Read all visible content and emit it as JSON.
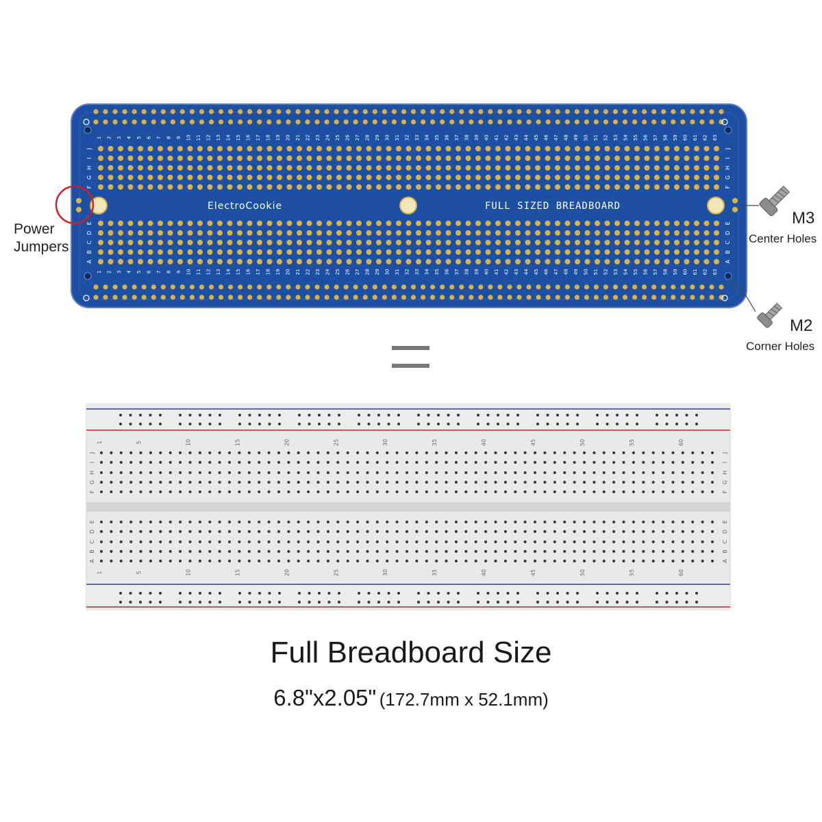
{
  "pcb": {
    "brand": "ElectroCookie",
    "board_label": "FULL SIZED BREADBOARD",
    "columns": 63,
    "row_letters_top": [
      "J",
      "I",
      "H",
      "G",
      "F"
    ],
    "row_letters_bottom": [
      "E",
      "D",
      "C",
      "B",
      "A"
    ],
    "colors": {
      "board": "#1d4fa3",
      "pad": "#d9b24a",
      "edge": "#6b8fd0",
      "silk": "#ffffff"
    }
  },
  "callouts": {
    "power_jumpers": [
      "Power",
      "Jumpers"
    ],
    "m3_size": "M3",
    "m3_desc": "Center Holes",
    "m2_size": "M2",
    "corner_desc": "Corner Holes"
  },
  "equals_sign": "=",
  "breadboard": {
    "column_labels": [
      "1",
      "5",
      "10",
      "15",
      "20",
      "25",
      "30",
      "35",
      "40",
      "45",
      "50",
      "55",
      "60"
    ],
    "row_letters_top": [
      "J",
      "I",
      "H",
      "G",
      "F"
    ],
    "row_letters_bottom": [
      "E",
      "D",
      "C",
      "B",
      "A"
    ],
    "colors": {
      "body": "#e9e9e9",
      "channel": "#d4d4d4",
      "hole": "#3b3b3b",
      "red_line": "#d0202a",
      "blue_line": "#2a3f9d"
    }
  },
  "caption": {
    "title": "Full Breadboard Size",
    "size_inches": "6.8\"x2.05\"",
    "size_mm": "(172.7mm x 52.1mm)"
  }
}
